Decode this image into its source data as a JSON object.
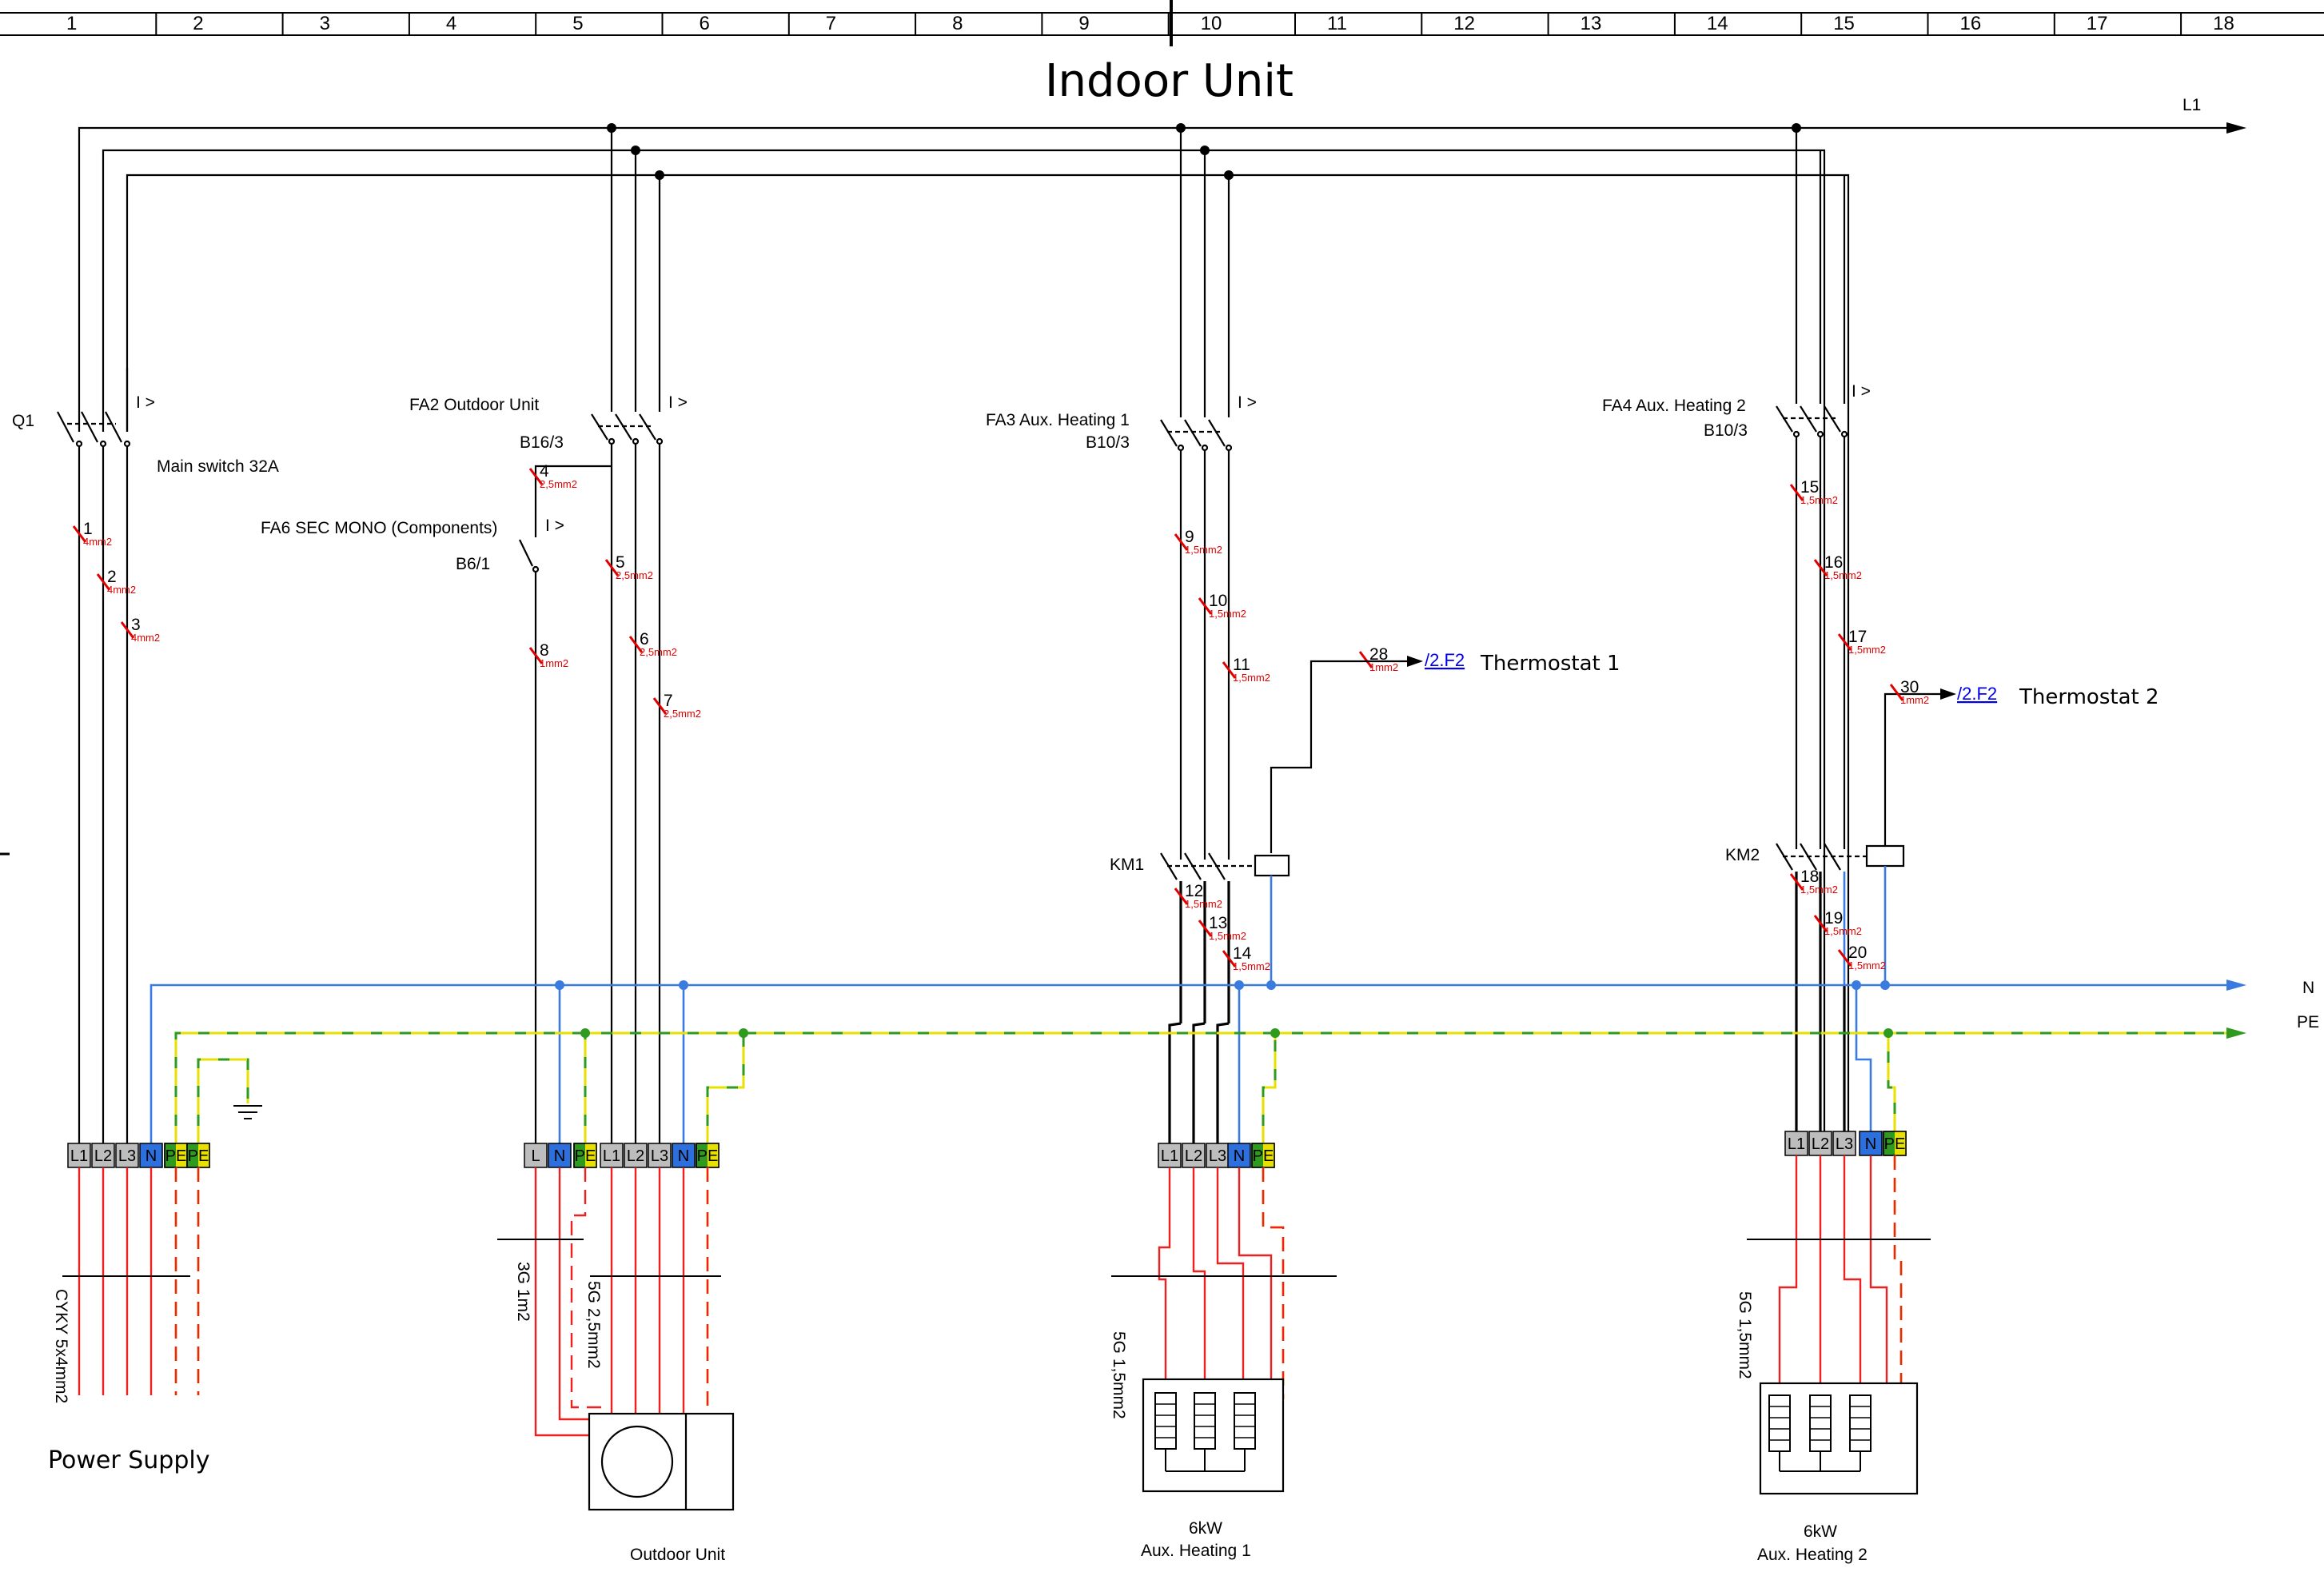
{
  "ruler": [
    "1",
    "2",
    "3",
    "4",
    "5",
    "6",
    "7",
    "8",
    "9",
    "10",
    "11",
    "12",
    "13",
    "14",
    "15",
    "16",
    "17",
    "18"
  ],
  "title": "Indoor Unit",
  "bus_labels": {
    "l1": "L1",
    "n": "N",
    "pe": "PE"
  },
  "overcurrent_symbol": "I >",
  "breakers": {
    "q1": {
      "name": "Q1",
      "desc": "Main switch 32A"
    },
    "fa2": {
      "name": "FA2 Outdoor Unit",
      "rating": "B16/3"
    },
    "fa6": {
      "name": "FA6 SEC MONO (Components)",
      "rating": "B6/1"
    },
    "fa3": {
      "name": "FA3 Aux. Heating 1",
      "rating": "B10/3"
    },
    "fa4": {
      "name": "FA4 Aux. Heating 2",
      "rating": "B10/3"
    }
  },
  "contactors": {
    "km1": "KM1",
    "km2": "KM2"
  },
  "wires": [
    {
      "n": "1",
      "s": "4mm2"
    },
    {
      "n": "2",
      "s": "4mm2"
    },
    {
      "n": "3",
      "s": "4mm2"
    },
    {
      "n": "4",
      "s": "2,5mm2"
    },
    {
      "n": "5",
      "s": "2,5mm2"
    },
    {
      "n": "6",
      "s": "2,5mm2"
    },
    {
      "n": "7",
      "s": "2,5mm2"
    },
    {
      "n": "8",
      "s": "1mm2"
    },
    {
      "n": "9",
      "s": "1,5mm2"
    },
    {
      "n": "10",
      "s": "1,5mm2"
    },
    {
      "n": "11",
      "s": "1,5mm2"
    },
    {
      "n": "12",
      "s": "1,5mm2"
    },
    {
      "n": "13",
      "s": "1,5mm2"
    },
    {
      "n": "14",
      "s": "1,5mm2"
    },
    {
      "n": "15",
      "s": "1,5mm2"
    },
    {
      "n": "16",
      "s": "1,5mm2"
    },
    {
      "n": "17",
      "s": "1,5mm2"
    },
    {
      "n": "18",
      "s": "1,5mm2"
    },
    {
      "n": "19",
      "s": "1,5mm2"
    },
    {
      "n": "20",
      "s": "1,5mm2"
    },
    {
      "n": "28",
      "s": "1mm2"
    },
    {
      "n": "30",
      "s": "1mm2"
    }
  ],
  "refs": {
    "t1": {
      "link": "/2.F2",
      "label": "Thermostat 1"
    },
    "t2": {
      "link": "/2.F2",
      "label": "Thermostat 2"
    }
  },
  "terminals": {
    "supply": [
      "L1",
      "L2",
      "L3",
      "N",
      "PE",
      "PE"
    ],
    "outdoor": [
      "L",
      "N",
      "PE",
      "L1",
      "L2",
      "L3",
      "N",
      "PE"
    ],
    "aux1": [
      "L1",
      "L2",
      "L3",
      "N",
      "PE"
    ],
    "aux2": [
      "L1",
      "L2",
      "L3",
      "N",
      "PE"
    ]
  },
  "cables": {
    "supply": "CYKY 5x4mm2",
    "outdoor_1": "3G 1m2",
    "outdoor_2": "5G 2,5mm2",
    "aux1": "5G 1,5mm2",
    "aux2": "5G 1,5mm2"
  },
  "captions": {
    "power_supply": "Power Supply",
    "outdoor_unit": "Outdoor Unit",
    "aux1_power": "6kW",
    "aux1_name": "Aux. Heating 1",
    "aux2_power": "6kW",
    "aux2_name": "Aux. Heating 2"
  },
  "colors": {
    "neutral": "#3a7be0",
    "pe_green": "#2e9a1e",
    "pe_yellow": "#e8e000",
    "field_wire": "#ee2020",
    "terminal_grey": "#bdbdbd",
    "terminal_blue": "#2d6fdc",
    "link": "#0000ee"
  }
}
